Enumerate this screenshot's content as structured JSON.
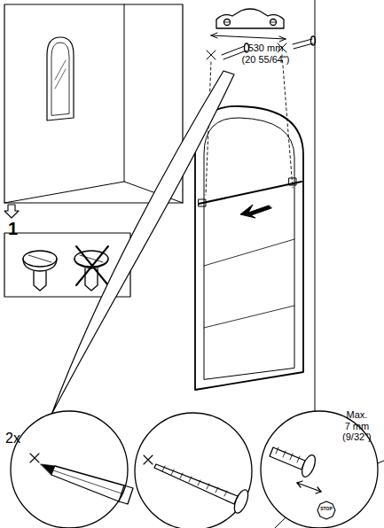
{
  "diagram": {
    "labels": [
      "530 mm (20 55/64\")",
      "1",
      "2x",
      "Max. 7 mm (9/32\")",
      "STOP"
    ]
  }
}
